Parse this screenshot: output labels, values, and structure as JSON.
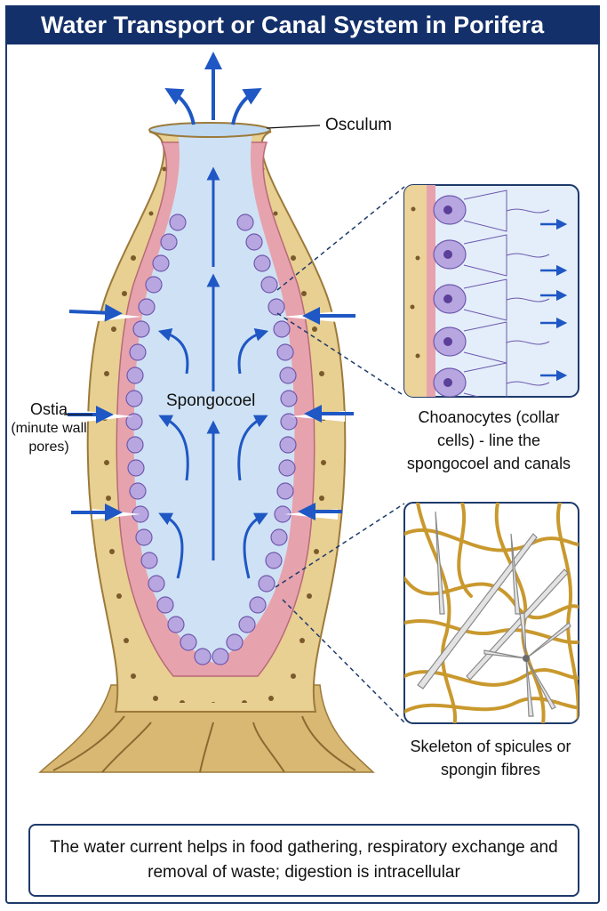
{
  "title": "Water Transport or Canal System in Porifera",
  "labels": {
    "osculum": "Osculum",
    "spongocoel": "Spongocoel",
    "ostia": "Ostia",
    "ostia_note": "(minute wall pores)",
    "choanocytes": "Choanocytes (collar cells) - line the spongocoel and canals",
    "skeleton": "Skeleton of spicules or spongin fibres"
  },
  "footer": "The water current helps in food gathering, respiratory exchange and removal of waste; digestion is intracellular",
  "colors": {
    "title_bg": "#14306a",
    "arrow": "#1f57c4",
    "body_wall": "#e8cf92",
    "pinacoderm": "#e6a3ad",
    "choanocyte": "#b8a6e0",
    "nucleus": "#5b3f99",
    "spongocoel": "#cfe2f5",
    "fibre": "#c9992e",
    "spicule": "#d9d9d9"
  }
}
